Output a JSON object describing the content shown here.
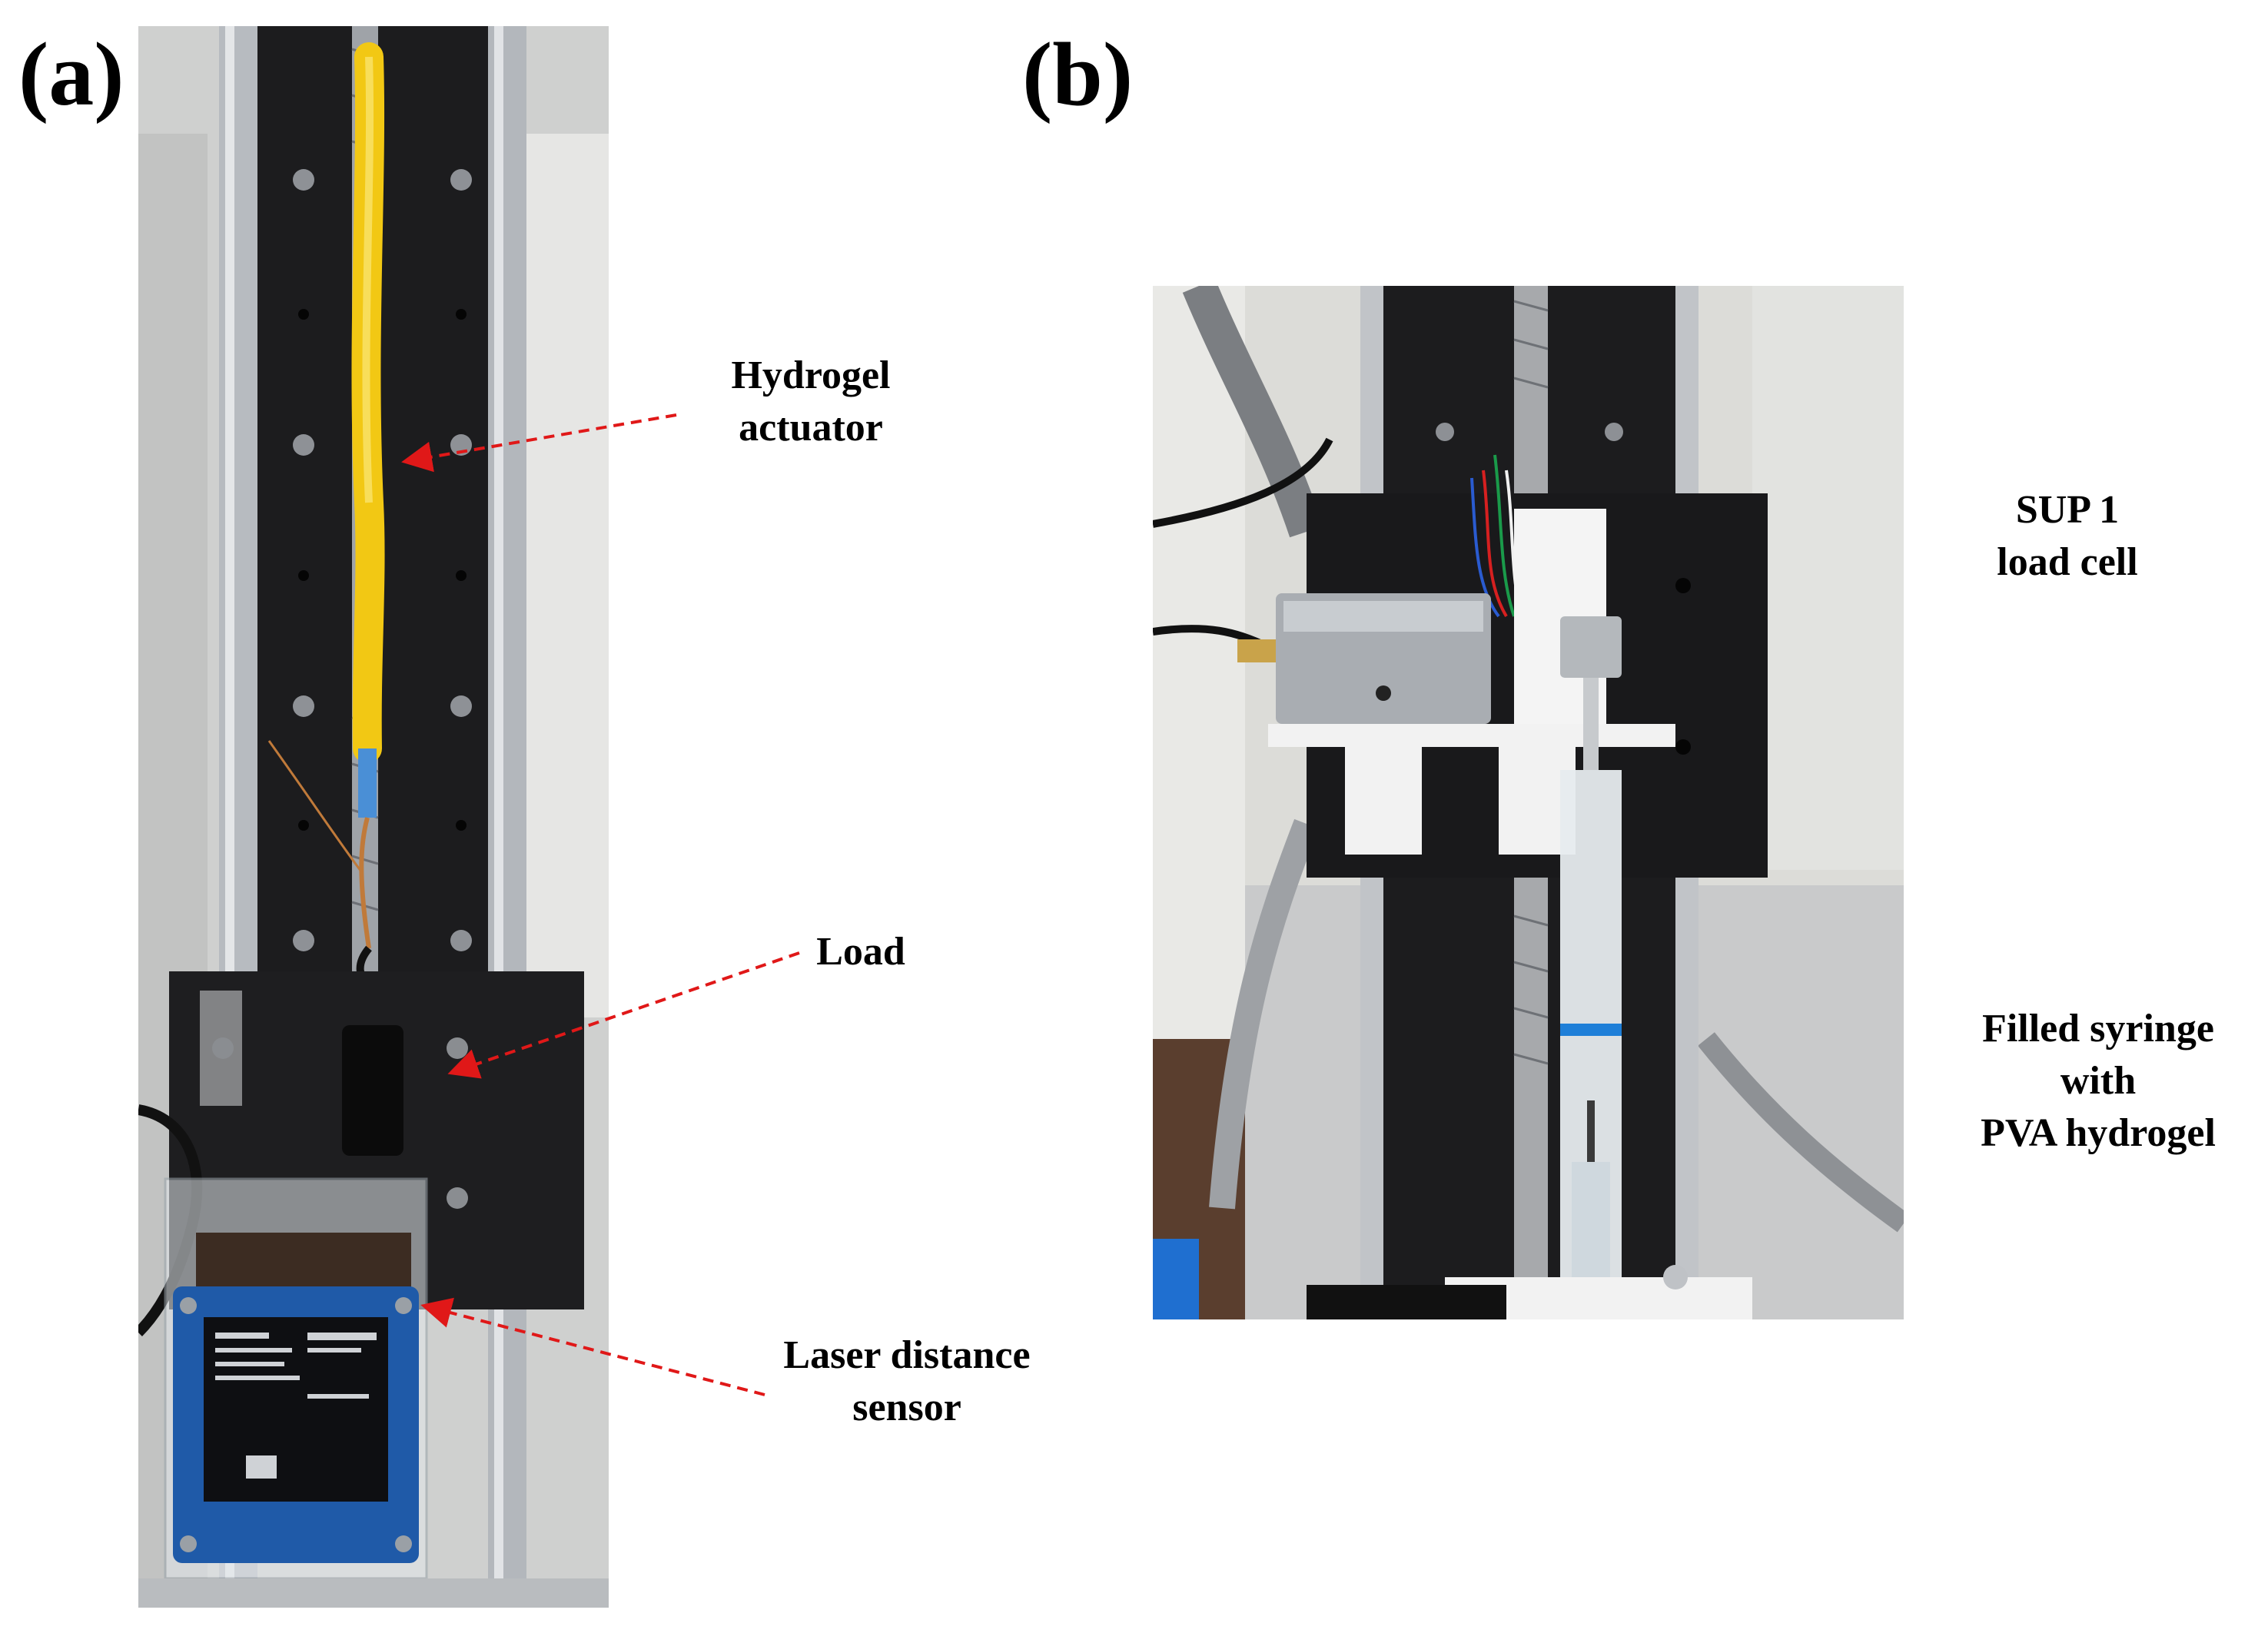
{
  "panels": {
    "a": {
      "label": "(a)"
    },
    "b": {
      "label": "(b)"
    }
  },
  "annotations": {
    "hydrogel_actuator": [
      "Hydrogel",
      "actuator"
    ],
    "load": "Load",
    "laser_sensor": [
      "Laser distance",
      "sensor"
    ],
    "load_cell": [
      "SUP 1",
      "load cell"
    ],
    "syringe": [
      "Filled syringe",
      "with",
      "PVA hydrogel"
    ]
  },
  "colors": {
    "arrow": "#e01818",
    "rail": "#1c1c1e",
    "actuator": "#f2c814",
    "sensor_body": "#1f5aa8",
    "aluminium": "#a9adb2",
    "syringe_band": "#1e7fd8"
  }
}
